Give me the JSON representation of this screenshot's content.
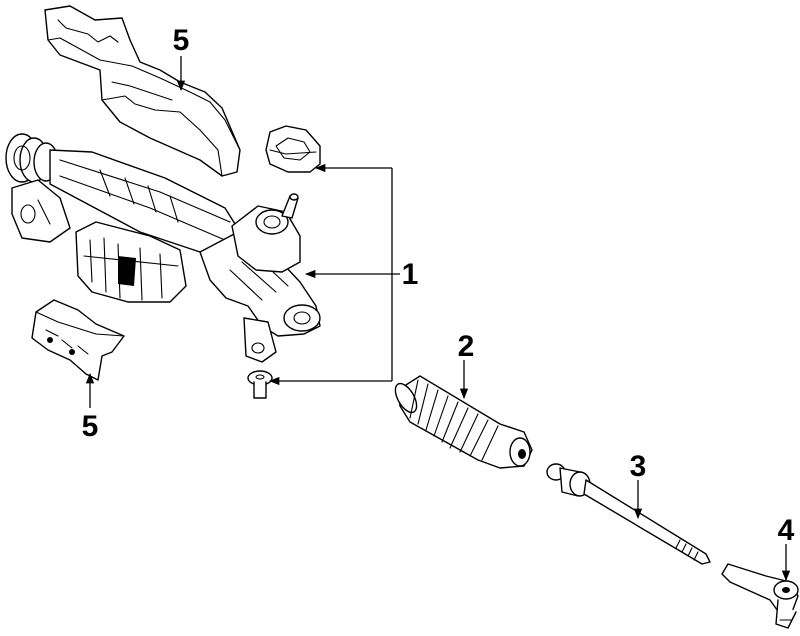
{
  "callouts": {
    "rack_gear": "1",
    "boot": "2",
    "inner_tie_rod": "3",
    "outer_tie_rod": "4",
    "heat_shield_upper": "5",
    "heat_shield_lower": "5"
  },
  "colors": {
    "line": "#000000",
    "background": "#ffffff"
  }
}
